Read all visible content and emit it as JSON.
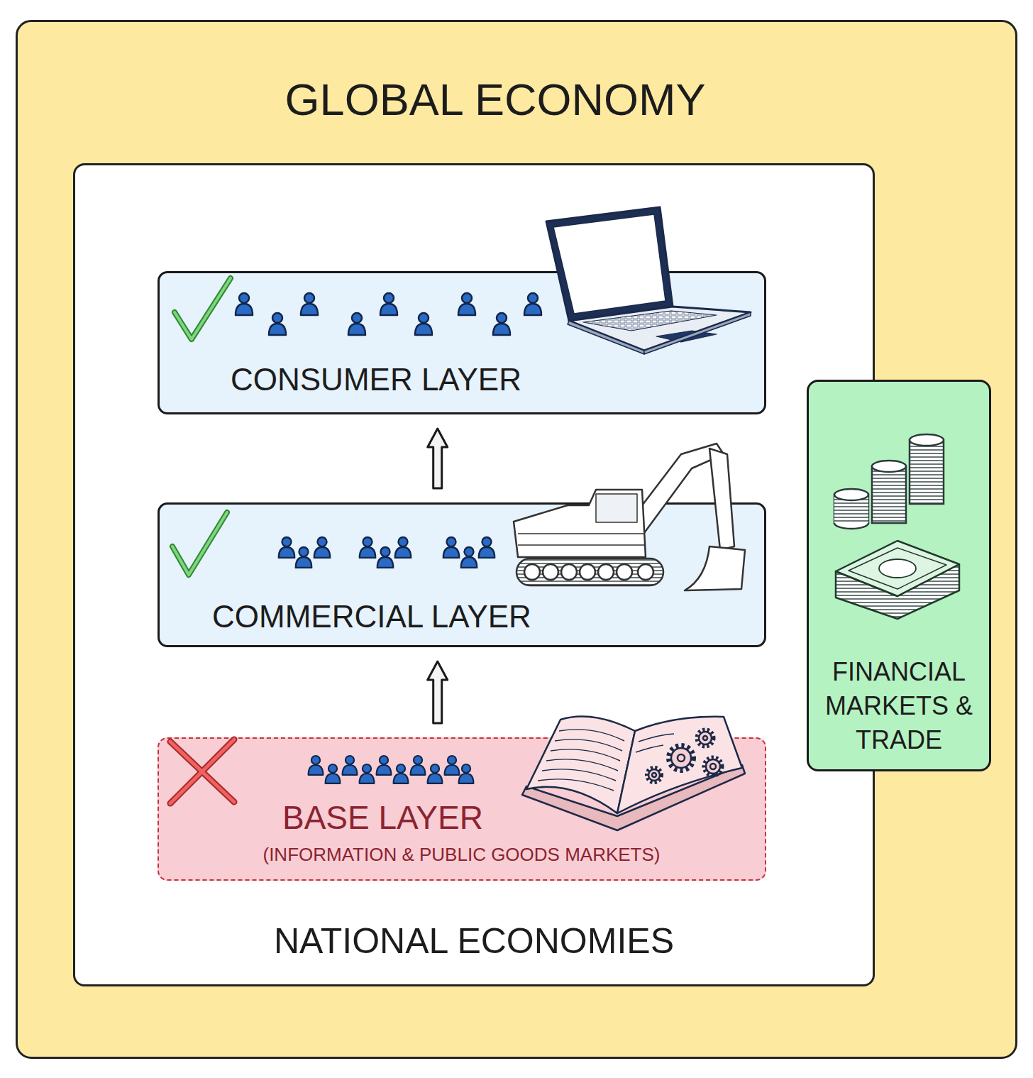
{
  "diagram": {
    "nodes": [
      {
        "text": [
          "GLOBAL ECONOMY"
        ]
      },
      {
        "text": [
          "NATIONAL ECONOMIES"
        ],
        "in": 0
      },
      {
        "text": [
          "CONSUMER LAYER"
        ],
        "in": 1
      },
      {
        "text": [
          "COMMERCIAL LAYER"
        ],
        "in": 1
      },
      {
        "text": [
          "BASE LAYER",
          "(INFORMATION & PUBLIC GOODS MARKETS)"
        ],
        "in": 1
      },
      {
        "text": [
          "FINANCIAL MARKETS & TRADE"
        ],
        "in": 0
      }
    ],
    "edges": [
      {
        "from": 4,
        "to": 3,
        "arrow": "to"
      },
      {
        "from": 3,
        "to": 2,
        "arrow": "to"
      }
    ]
  }
}
